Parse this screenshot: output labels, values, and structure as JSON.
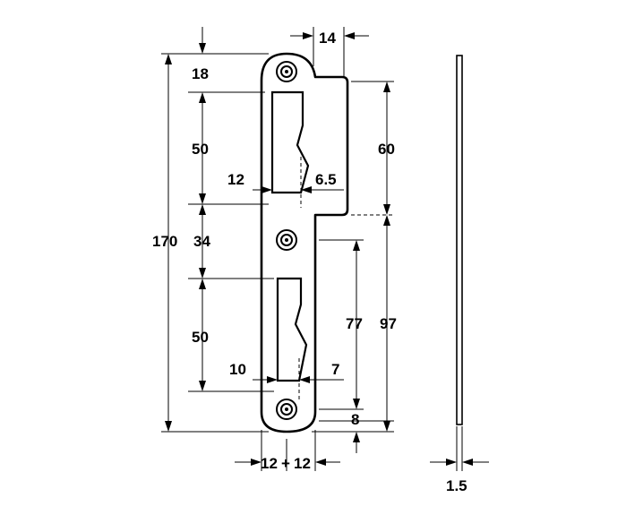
{
  "dimensions": {
    "top_notch": "14",
    "top_to_slot": "18",
    "upper_slot_height": "50",
    "overall_height": "170",
    "gap_between_slots": "34",
    "lower_slot_height": "50",
    "upper_slot_offset": "12",
    "upper_slot_depth": "6.5",
    "lower_slot_offset": "10",
    "lower_slot_depth": "7",
    "lip_height": "60",
    "lower_hole_to_center": "77",
    "center_to_bottom": "97",
    "bottom_margin": "8",
    "half_width_left": "12",
    "half_width_right": "12",
    "thickness": "1.5"
  },
  "colors": {
    "line": "#000000",
    "background": "#ffffff"
  }
}
